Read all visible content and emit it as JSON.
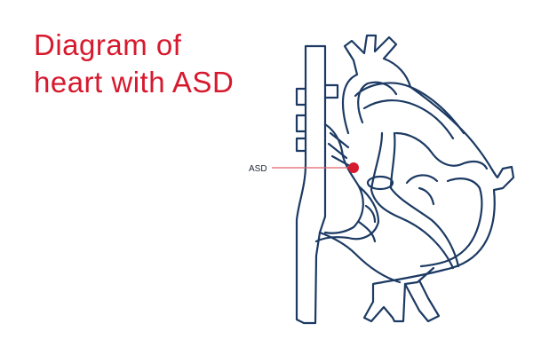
{
  "title": {
    "line1": "Diagram of",
    "line2": "heart with ASD"
  },
  "annotation": {
    "label": "ASD"
  },
  "colors": {
    "title": "#d7192d",
    "heart_outline": "#1c3a63",
    "annotation_line": "#e2606d",
    "defect_marker": "#d7192d",
    "label_text": "#1c2533",
    "background": "#ffffff"
  }
}
